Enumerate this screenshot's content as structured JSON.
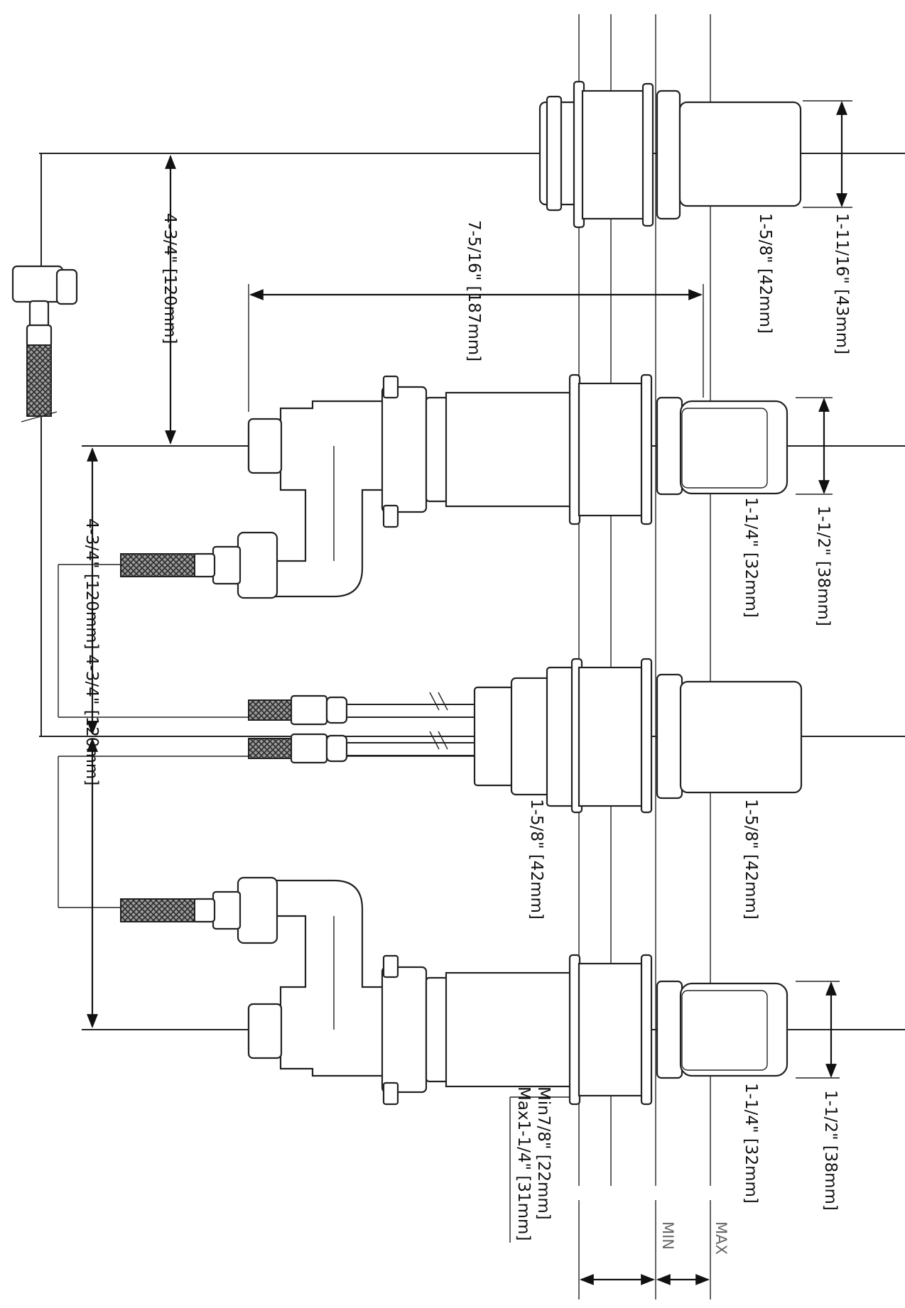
{
  "dimensions": {
    "top_left_spacing": "4-3/4\" [120mm]",
    "span_width": "7-5/16\" [187mm]",
    "mid_spacing": "4-3/4\" [120mm] 4-3/4\" [120mm]",
    "spout_inner_dia": "1-5/8\" [42mm]",
    "spout_outer_dia": "1-11/16\" [43mm]",
    "handle_top_inner": "1-1/4\" [32mm]",
    "handle_top_outer": "1-1/2\" [38mm]",
    "valve_body_dia": "1-5/8\" [42mm]",
    "spout_escutcheon_dia": "1-5/8\" [42mm]",
    "handle_bottom_inner": "1-1/4\" [32mm]",
    "handle_bottom_outer": "1-1/2\" [38mm]",
    "deck_min": "Min7/8\" [22mm]",
    "deck_max": "Max1-1/4\" [31mm]"
  },
  "labels": {
    "min": "MIN",
    "max": "MAX"
  },
  "colors": {
    "line": "#222222",
    "background": "#ffffff",
    "label_gray": "#666666"
  }
}
